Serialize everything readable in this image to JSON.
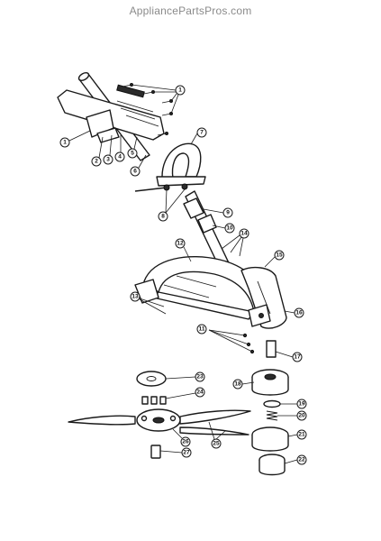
{
  "watermark": "AppliancePartsPros.com",
  "callouts": [
    "1",
    "1",
    "2",
    "3",
    "4",
    "5",
    "6",
    "7",
    "8",
    "9",
    "10",
    "11",
    "12",
    "13",
    "14",
    "15",
    "16",
    "17",
    "18",
    "19",
    "20",
    "21",
    "22",
    "23",
    "24",
    "25",
    "26",
    "27"
  ]
}
